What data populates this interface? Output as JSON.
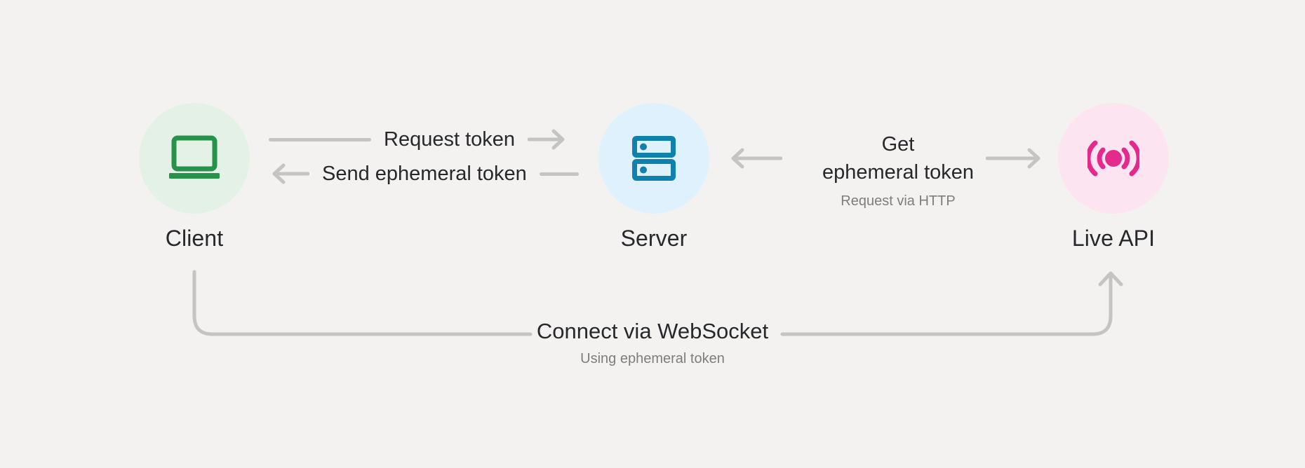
{
  "diagram": {
    "background_color": "#F3F2F0",
    "line_color": "#C4C4C4",
    "text_color": "#27282B",
    "muted_text_color": "#7D7D7D"
  },
  "nodes": [
    {
      "id": "client",
      "label": "Client",
      "icon": "laptop-icon",
      "circle_color": "#E4F1E7",
      "icon_color": "#26924A"
    },
    {
      "id": "server",
      "label": "Server",
      "icon": "server-rack-icon",
      "circle_color": "#DEF1FD",
      "icon_color": "#1081AD"
    },
    {
      "id": "live-api",
      "label": "Live API",
      "icon": "broadcast-signal-icon",
      "circle_color": "#FDE4F1",
      "icon_color": "#E52A8D"
    }
  ],
  "edges": {
    "request_token": {
      "label": "Request token",
      "direction": "right"
    },
    "send_ephemeral_token": {
      "label": "Send ephemeral token",
      "direction": "left"
    },
    "get_ephemeral_token": {
      "label_line1": "Get",
      "label_line2": "ephemeral token",
      "sublabel": "Request via HTTP",
      "direction": "left"
    },
    "connect_websocket": {
      "label": "Connect via WebSocket",
      "sublabel": "Using ephemeral token",
      "direction": "right"
    }
  }
}
